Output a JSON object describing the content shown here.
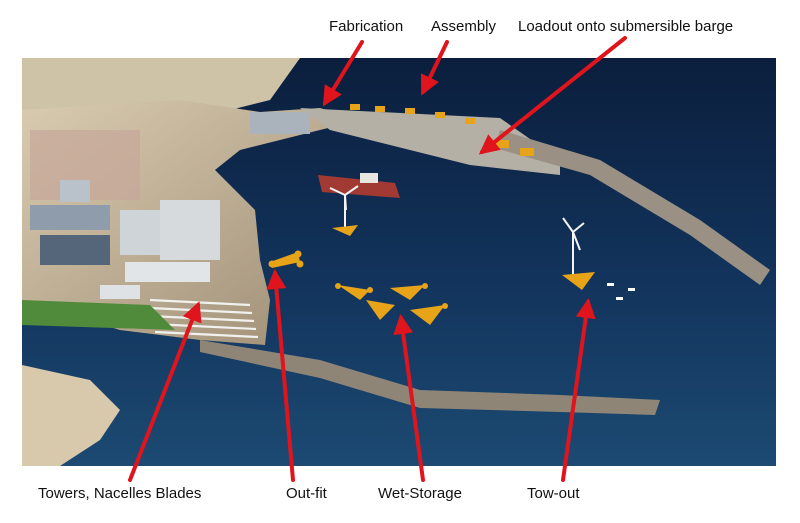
{
  "labels": {
    "fabrication": "Fabrication",
    "assembly": "Assembly",
    "loadout": "Loadout onto submersible barge",
    "towers": "Towers, Nacelles Blades",
    "outfit": "Out-fit",
    "wet_storage": "Wet-Storage",
    "tow_out": "Tow-out"
  },
  "colors": {
    "arrow": "#e0141c",
    "sea": "#0f2747",
    "land": "#b9a98f",
    "platform": "#e8a418"
  }
}
